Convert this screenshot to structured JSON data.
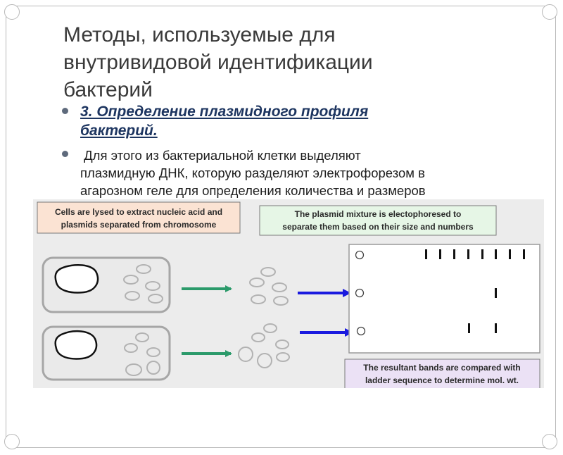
{
  "title": {
    "lines": [
      "Методы, используемые для",
      "внутривидовой идентификации",
      "бактерий"
    ]
  },
  "bullets": {
    "heading_lines": [
      "3. Определение плазмидного профиля",
      "бактерий."
    ],
    "body_lines": [
      " Для этого из бактериальной клетки выделяют",
      "плазмидную ДНК, которую разделяют электрофорезом в",
      "агарозном геле для определения количества и размеров"
    ]
  },
  "figure": {
    "box_lysis": {
      "lines": [
        "Cells are lysed to extract nucleic acid and",
        "plasmids separated from chromosome"
      ],
      "bg": "#fbe3d3",
      "border": "#7a7a7a"
    },
    "box_electro": {
      "lines": [
        "The plasmid mixture is electophoresed to",
        "separate them based on their size and numbers"
      ],
      "bg": "#e6f6e6",
      "border": "#7a7a7a"
    },
    "box_result": {
      "lines": [
        "The resultant bands are compared with",
        "ladder sequence to determine mol. wt."
      ],
      "bg": "#ebe1f5",
      "border": "#7a7a7a"
    },
    "colors": {
      "green_arrow": "#2b9a6a",
      "blue_arrow": "#1a1adf",
      "cell_fill": "#eaeaea",
      "cell_border": "#a6a6a6",
      "plasmid_stroke": "#b2b2b2",
      "band": "#111111"
    },
    "gel": {
      "wells": 3,
      "bands_per_lane": [
        8,
        1,
        2
      ]
    }
  }
}
